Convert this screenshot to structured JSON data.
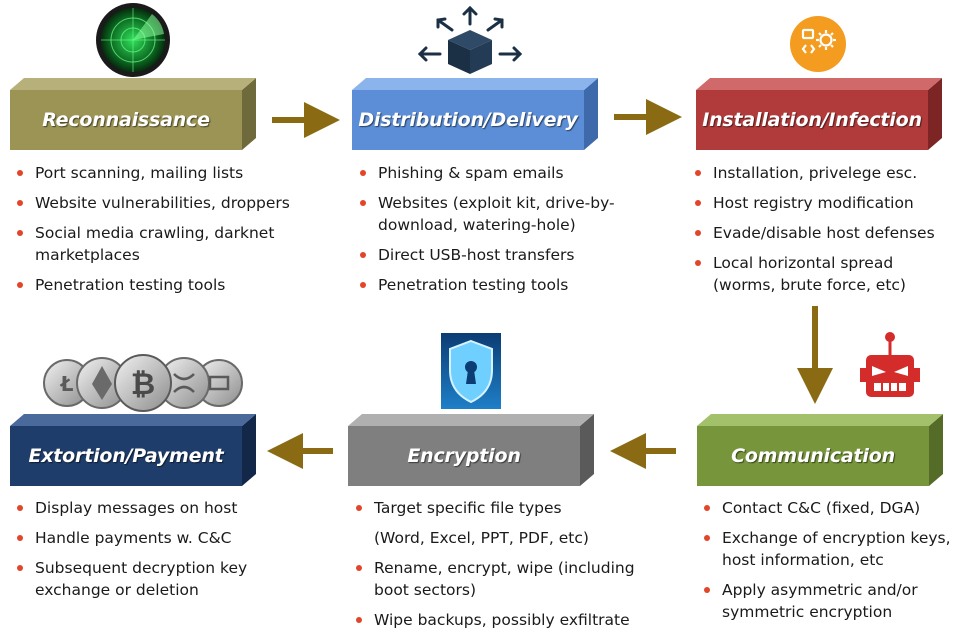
{
  "stages": [
    {
      "title": "Reconnaissance",
      "icon": "radar-icon",
      "color": "#9c9455",
      "bullets": [
        "Port scanning, mailing lists",
        "Website vulnerabilities, droppers",
        "Social media crawling, darknet marketplaces",
        "Penetration testing tools"
      ]
    },
    {
      "title": "Distribution/Delivery",
      "icon": "box-arrows-icon",
      "color": "#5b8ed6",
      "bullets": [
        "Phishing & spam emails",
        "Websites (exploit kit, drive-by-download, watering-hole)",
        "Direct USB-host transfers",
        "Penetration testing tools"
      ]
    },
    {
      "title": "Installation/Infection",
      "icon": "gear-code-icon",
      "color": "#b13a3a",
      "bullets": [
        "Installation, privelege esc.",
        "Host registry modification",
        "Evade/disable host defenses",
        "Local horizontal spread (worms, brute force, etc)"
      ]
    },
    {
      "title": "Communication",
      "icon": "robot-icon",
      "color": "#77963b",
      "bullets": [
        "Contact C&C (fixed, DGA)",
        "Exchange of encryption keys, host information, etc",
        "Apply asymmetric and/or symmetric encryption"
      ]
    },
    {
      "title": "Encryption",
      "icon": "shield-lock-icon",
      "color": "#7f7f7f",
      "bullets": [
        "Target specific file types",
        "(Word, Excel, PPT, PDF, etc)",
        "Rename, encrypt, wipe (including boot sectors)",
        "Wipe backups, possibly exfiltrate"
      ]
    },
    {
      "title": "Extortion/Payment",
      "icon": "crypto-coins-icon",
      "color": "#1f3d6b",
      "bullets": [
        "Display messages on host",
        "Handle payments w. C&C",
        "Subsequent decryption key exchange or deletion"
      ]
    }
  ],
  "colors": {
    "arrow": "#8a6a12",
    "bullet": "#e2452a"
  }
}
